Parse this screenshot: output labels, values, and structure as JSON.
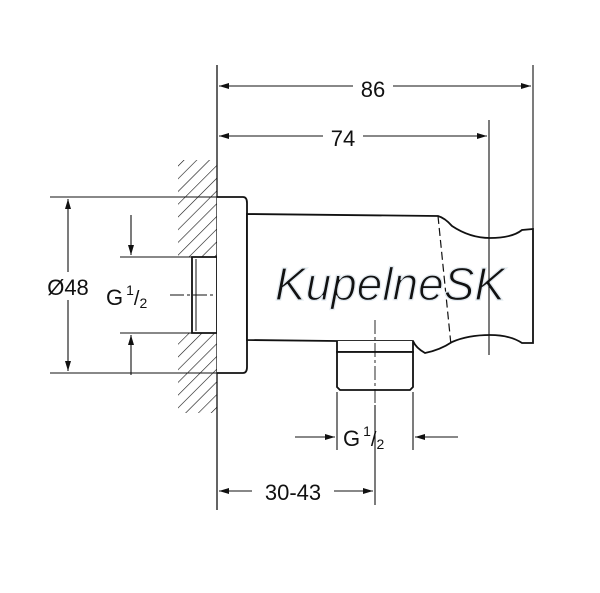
{
  "dimensions": {
    "overall_length": "86",
    "length_to_holder": "74",
    "flange_diameter": "Ø48",
    "inlet_thread": {
      "main": "G",
      "sup": "1",
      "sub": "2"
    },
    "outlet_thread": {
      "main": "G",
      "sup": "1",
      "sub": "2"
    },
    "wall_to_outlet": "30-43"
  },
  "watermark": "KupelneSK",
  "colors": {
    "line": "#111111",
    "watermark": "#e8eef3"
  }
}
